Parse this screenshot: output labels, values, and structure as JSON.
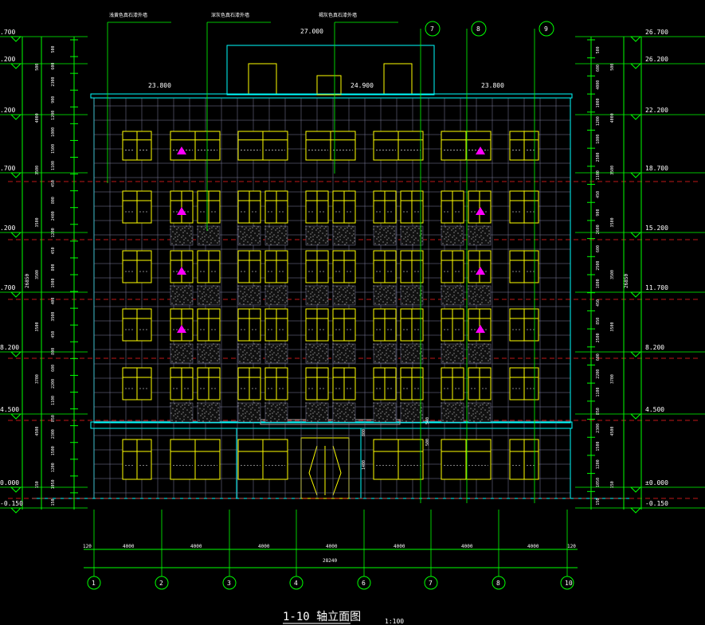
{
  "drawing": {
    "title": "1-10 轴立面图",
    "scale": "1:100",
    "colors": {
      "background": "#000000",
      "dimension": "#00ff00",
      "wall": "#00ffff",
      "grid": "#8080a0",
      "window": "#ffff00",
      "floor_line": "#ff2020",
      "marker": "#ff00ff",
      "text": "#ffffff",
      "canopy": "#a0a0a0"
    }
  },
  "annotations": [
    "浅黄色真石漆外墙",
    "深灰色真石漆外墙",
    "褐灰色真石漆外墙"
  ],
  "top_grid_labels": [
    "7",
    "8",
    "9"
  ],
  "elevations": {
    "roof_top": "27.000",
    "stair_roof": "24.900",
    "roof_left": "23.800",
    "roof_right": "23.800"
  },
  "left_levels": [
    ".700",
    ".200",
    ".200",
    ".700",
    ".200",
    ".700",
    "8.200",
    "4.500",
    "0.000",
    "-0.150"
  ],
  "right_levels": [
    "26.700",
    "26.200",
    "22.200",
    "18.700",
    "15.200",
    "11.700",
    "8.200",
    "4.500",
    "±0.000",
    "-0.150"
  ],
  "left_dims_inner": [
    "500",
    "600",
    "2300",
    "900",
    "1200",
    "1000",
    "1500",
    "1100",
    "450",
    "800",
    "2400",
    "1200",
    "450",
    "800",
    "1900",
    "400",
    "3500",
    "450",
    "800",
    "600",
    "2200",
    "1100",
    "850",
    "2300",
    "1500",
    "1200",
    "1050",
    "150"
  ],
  "left_dims_outer": [
    "500",
    "4000",
    "3500",
    "3500",
    "3500",
    "3500",
    "3700",
    "4500",
    "150"
  ],
  "total_height": "26850",
  "right_dims_inner": [
    "500",
    "600",
    "4000",
    "1000",
    "1200",
    "1800",
    "2500",
    "1100",
    "450",
    "900",
    "2600",
    "600",
    "2500",
    "1800",
    "450",
    "850",
    "2500",
    "600",
    "2200",
    "1100",
    "850",
    "2300",
    "1500",
    "1200",
    "1050",
    "150"
  ],
  "right_dims_outer": [
    "500",
    "4000",
    "3500",
    "3500",
    "3500",
    "3500",
    "3700",
    "4500",
    "150"
  ],
  "bay_dims": [
    "120",
    "4000",
    "4000",
    "4000",
    "4000",
    "4000",
    "4000",
    "4000",
    "120"
  ],
  "total_width": "28240",
  "axis_labels": [
    "1",
    "2",
    "3",
    "4",
    "6",
    "7",
    "8",
    "10"
  ],
  "canopy_dims": [
    "800",
    "540",
    "500",
    "1400"
  ]
}
